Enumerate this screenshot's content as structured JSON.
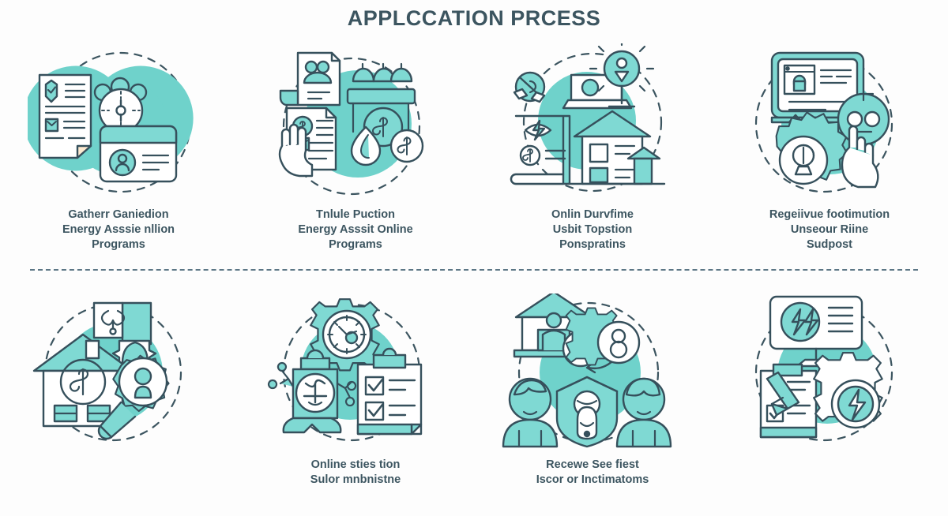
{
  "title": "APPLCCATION PRCESS",
  "theme": {
    "background": "#fdfdfd",
    "ink": "#3c5560",
    "stroke": "#36505c",
    "teal": "#7fd9d3",
    "teal_deep": "#63ccc6",
    "blob": "#6fd2cb",
    "white": "#ffffff",
    "dash": "#5b7685"
  },
  "divider": {
    "style": "dashed",
    "color": "#5b7685"
  },
  "steps": [
    {
      "id": "step-1",
      "row": "top",
      "icon_name": "documents-clock-id-card-icon",
      "icon_parts": [
        "document-with-shield-check",
        "checkbox-mark",
        "stopwatch-compass",
        "id-card-with-avatar"
      ],
      "caption_lines": [
        "Gatherr Ganiedion",
        "Energy Asssie nllion",
        "Programs"
      ]
    },
    {
      "id": "step-2",
      "row": "top",
      "icon_name": "application-form-utilities-icon",
      "icon_parts": [
        "document-with-people",
        "hand-pointing",
        "dollar-coins",
        "water-drop",
        "crops-shelf"
      ],
      "caption_lines": [
        "Tnlule Puction",
        "Energy Asssit Online",
        "Programs"
      ]
    },
    {
      "id": "step-3",
      "row": "top",
      "icon_name": "online-utility-house-icon",
      "icon_parts": [
        "laptop",
        "sun-person-badge",
        "energy-book-with-bolt",
        "house-building"
      ],
      "caption_lines": [
        "Onlin Durvfime",
        "Usbit Topstion",
        "Ponspratins"
      ]
    },
    {
      "id": "step-4",
      "row": "top",
      "icon_name": "secure-portal-settings-icon",
      "icon_parts": [
        "monitor-with-lock-window",
        "upload-arrow",
        "gear-with-plant",
        "robot-face",
        "hand-pointing"
      ],
      "caption_lines": [
        "Regeiivue footimution",
        "Unseour Riine",
        "Sudpost"
      ]
    },
    {
      "id": "step-5",
      "row": "bottom",
      "icon_name": "home-value-search-icon",
      "icon_parts": [
        "house-with-dollar",
        "magnifier-with-person",
        "leaf-card",
        "cloud-badge"
      ],
      "caption_lines": []
    },
    {
      "id": "step-6",
      "row": "bottom",
      "icon_name": "automation-checklist-icon",
      "icon_parts": [
        "gear-with-clock",
        "robot-machine",
        "clipboard-with-checkmarks"
      ],
      "caption_lines": [
        "Online sties tion",
        "Sulor mnbnistne"
      ]
    },
    {
      "id": "step-7",
      "row": "bottom",
      "icon_name": "household-eligibility-icon",
      "icon_parts": [
        "house-with-person",
        "x-circle",
        "gear-with-infinity",
        "two-people",
        "shield-with-face",
        "curved-arrows"
      ],
      "caption_lines": [
        "Recewe See fiest",
        "Iscor or Inctimatoms"
      ]
    },
    {
      "id": "step-8",
      "row": "bottom",
      "icon_name": "energy-monitoring-setup-icon",
      "icon_parts": [
        "monitor-with-bolts",
        "clipboard-checklist-pencil",
        "gear-with-bolt"
      ],
      "caption_lines": []
    }
  ]
}
